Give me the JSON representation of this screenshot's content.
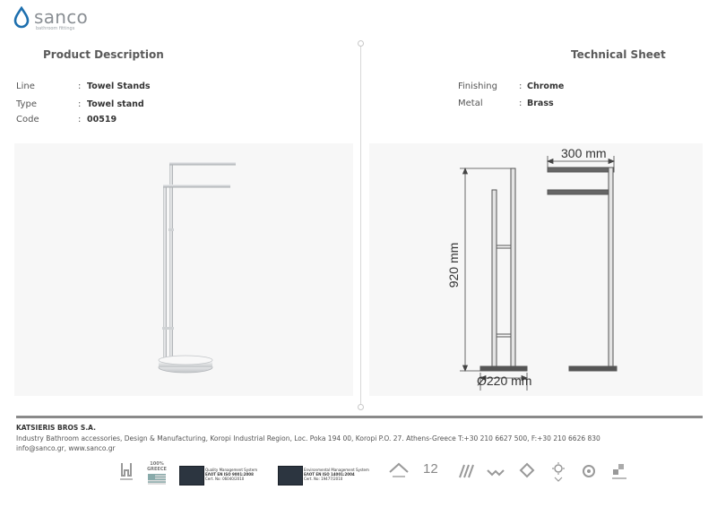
{
  "brand": {
    "name": "sanco",
    "tagline": "bathroom fittings"
  },
  "headings": {
    "product": "Product Description",
    "technical": "Technical Sheet"
  },
  "product": {
    "rows": [
      {
        "label": "Line",
        "value": "Towel Stands"
      },
      {
        "label": "Type",
        "value": "Towel stand"
      },
      {
        "label": "Code",
        "value": "00519"
      }
    ]
  },
  "technical": {
    "rows": [
      {
        "label": "Finishing",
        "value": "Chrome"
      },
      {
        "label": "Metal",
        "value": "Brass"
      }
    ]
  },
  "dimensions": {
    "width": "300 mm",
    "height": "920 mm",
    "base": "Ø220 mm"
  },
  "separator": ":",
  "footer": {
    "company": "KATSIERIS BROS S.A.",
    "address": "Industry Bathroom accessories, Design & Manufacturing, Koropi Industrial Region, Loc. Poka 194 00, Koropi P.O. 27. Athens-Greece   T:+30 210 6627 500, F:+30 210 6626 830",
    "web": "info@sanco.gr, www.sanco.gr"
  },
  "certifications": {
    "quality": {
      "title": "Quality Management System",
      "std": "ΕΛΟΤ EN ISO 9001:2008",
      "cert": "Cert. No: 06040/2010"
    },
    "environment": {
      "title": "Environmental Management System",
      "std": "ΕΛΟΤ EN ISO 14001:2004",
      "cert": "Cert. No: 19477/2010"
    },
    "greece": "100% GREECE",
    "years": "12"
  }
}
